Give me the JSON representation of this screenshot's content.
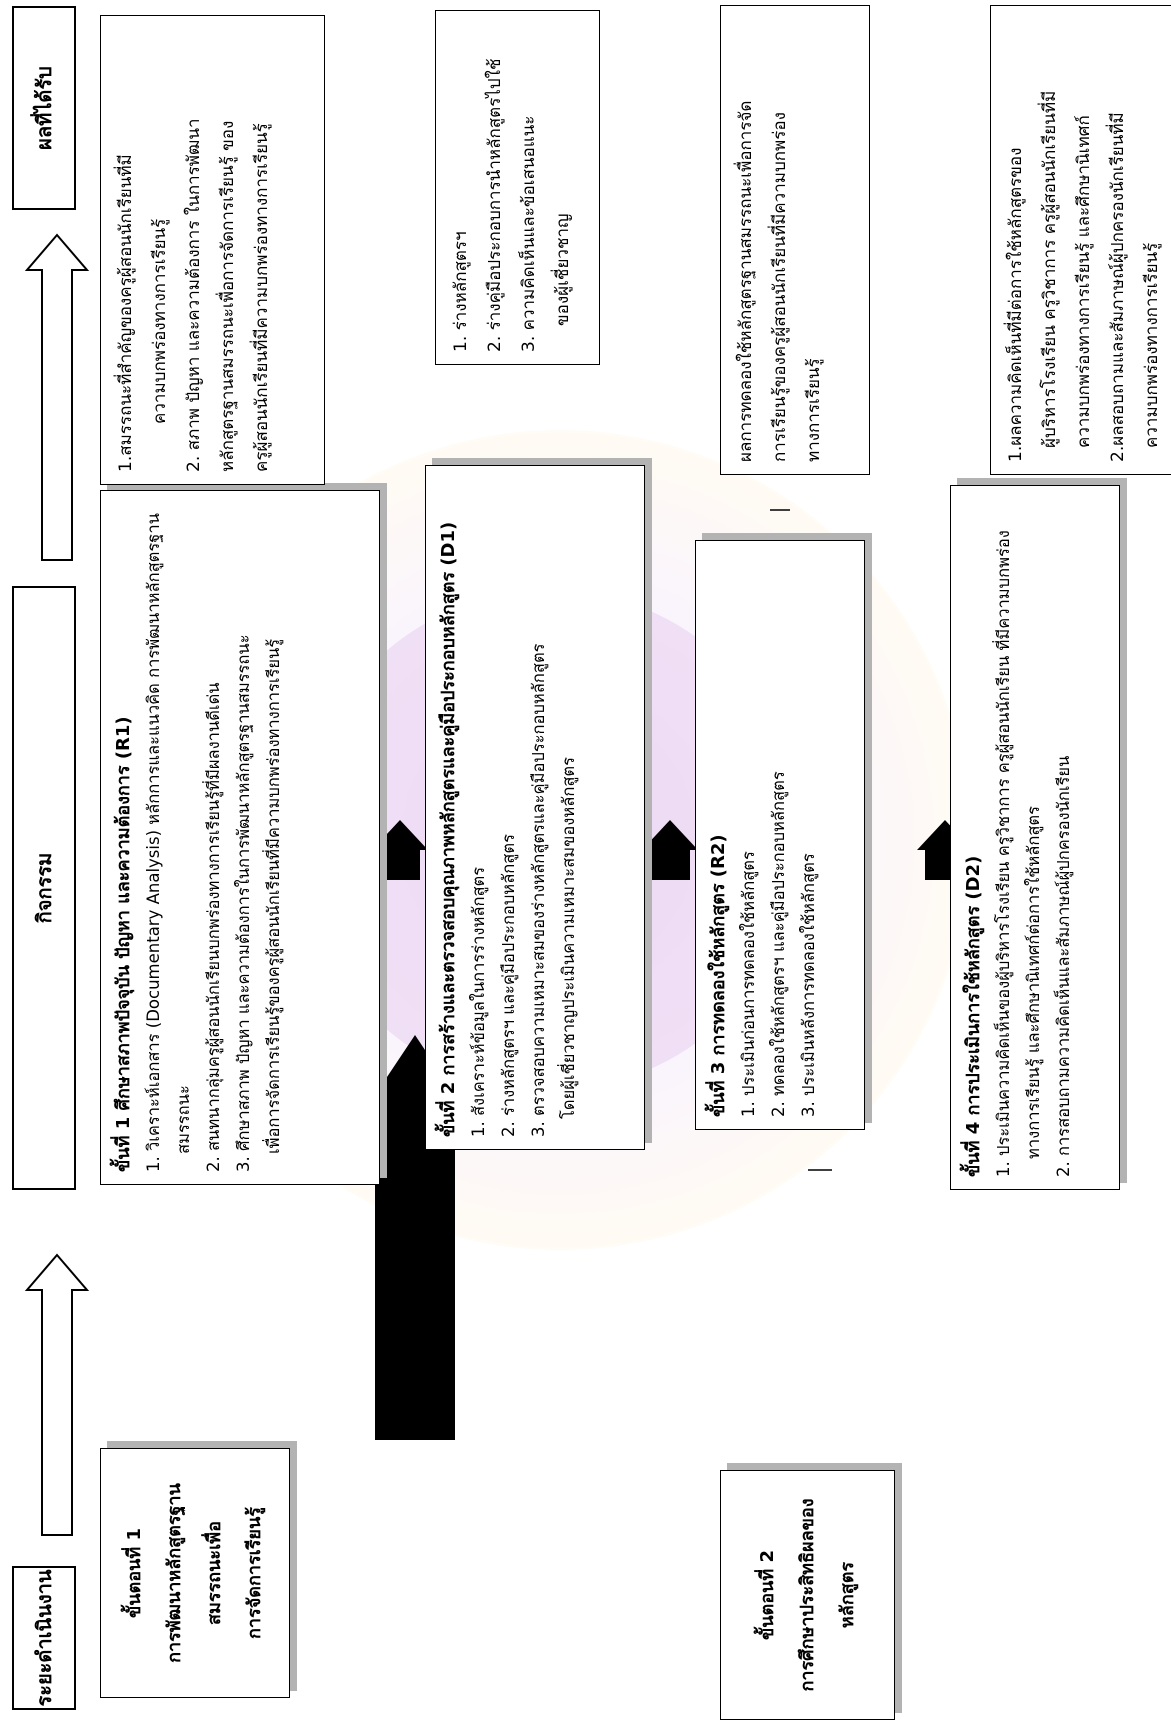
{
  "headers": {
    "stages": "ระยะดำเนินงาน",
    "activities": "กิจกรรม",
    "results": "ผลที่ได้รับ"
  },
  "stages": [
    {
      "lines": [
        "ขั้นตอนที่ 1",
        "การพัฒนาหลักสูตรฐาน",
        "สมรรถนะเพื่อ",
        "การจัดการเรียนรู้"
      ]
    },
    {
      "lines": [
        "ขั้นตอนที่ 2",
        "การศึกษาประสิทธิผลของ",
        "หลักสูตร"
      ]
    }
  ],
  "activities": [
    {
      "title": "ขั้นที่ 1 ศึกษาสภาพปัจจุบัน ปัญหา และความต้องการ (R1)",
      "items": [
        "1. วิเคราะห์เอกสาร (Documentary Analysis) หลักการและแนวคิด การพัฒนาหลักสูตรฐาน",
        "สมรรถนะ",
        "2. สนทนากลุ่มครูผู้สอนนักเรียนบกพร่องทางการเรียนรู้ที่มีผลงานดีเด่น",
        "3. ศึกษาสภาพ ปัญหา และความต้องการในการพัฒนาหลักสูตรฐานสมรรถนะ",
        "เพื่อการจัดการเรียนรู้ของครูผู้สอนนักเรียนที่มีความบกพร่องทางการเรียนรู้"
      ]
    },
    {
      "title": "ขั้นที่ 2 การสร้างและตรวจสอบคุณภาพหลักสูตรและคู่มือประกอบหลักสูตร (D1)",
      "items": [
        "1. สังเคราะห์ข้อมูลในการร่างหลักสูตร",
        "2. ร่างหลักสูตรฯ และคู่มือประกอบหลักสูตร",
        "3. ตรวจสอบความเหมาะสมของร่างหลักสูตรและคู่มือประกอบหลักสูตร",
        "โดยผู้เชี่ยวชาญประเมินความเหมาะสมของหลักสูตร"
      ]
    },
    {
      "title": "ขั้นที่ 3 การทดลองใช้หลักสูตร (R2)",
      "items": [
        "1. ประเมินก่อนการทดลองใช้หลักสูตร",
        "2. ทดลองใช้หลักสูตรฯ และคู่มือประกอบหลักสูตร",
        "3. ประเมินหลังการทดลองใช้หลักสูตร"
      ]
    },
    {
      "title": "ขั้นที่ 4 การประเมินการใช้หลักสูตร (D2)",
      "items": [
        "1. ประเมินความคิดเห็นของผู้บริหารโรงเรียน ครูวิชาการ ครูผู้สอนนักเรียน ที่มีความบกพร่อง",
        "ทางการเรียนรู้ และศึกษานิเทศก์ต่อการใช้หลักสูตร",
        "2. การสอบถามความคิดเห็นและสัมภาษณ์ผู้ปกครองนักเรียน"
      ]
    }
  ],
  "results": [
    {
      "items": [
        "1.สมรรถนะที่สำคัญของครูผู้สอนนักเรียนที่มี",
        "ความบกพร่องทางการเรียนรู้",
        "2. สภาพ ปัญหา และความต้องการ ในการพัฒนา",
        "หลักสูตรฐานสมรรถนะเพื่อการจัดการเรียนรู้ ของ",
        "ครูผู้สอนนักเรียนที่มีความบกพร่องทางการเรียนรู้"
      ]
    },
    {
      "items": [
        "1. ร่างหลักสูตรฯ",
        "2. ร่างคู่มือประกอบการนำหลักสูตรไปใช้",
        "3. ความคิดเห็นและข้อเสนอแนะ",
        "ของผู้เชี่ยวชาญ"
      ]
    },
    {
      "items": [
        "ผลการทดลองใช้หลักสูตรฐานสมรรถนะเพื่อการจัด",
        "การเรียนรู้ของครูผู้สอนนักเรียนที่มีความบกพร่อง",
        "ทางการเรียนรู้"
      ]
    },
    {
      "items": [
        "1.ผลความคิดเห็นที่มีต่อการใช้หลักสูตรของ",
        "ผู้บริหารโรงเรียน ครูวิชาการ ครูผู้สอนนักเรียนที่มี",
        "ความบกพร่องทางการเรียนรู้ และศึกษานิเทศก์",
        "2.ผลสอบถามและสัมภาษณ์ผู้ปกครองนักเรียนที่มี",
        "ความบกพร่องทางการเรียนรู้"
      ]
    }
  ]
}
